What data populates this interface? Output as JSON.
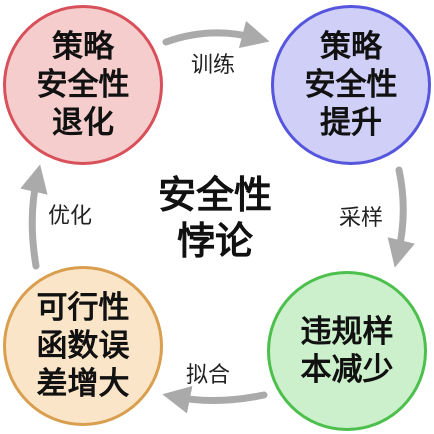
{
  "colors": {
    "node_top_left_fill": "#f5cdcd",
    "node_top_left_border": "#d8505a",
    "node_top_right_fill": "#cfcff8",
    "node_top_right_border": "#5555dd",
    "node_bottom_right_fill": "#ccf0cc",
    "node_bottom_right_border": "#4cbf4c",
    "node_bottom_left_fill": "#fbe5c8",
    "node_bottom_left_border": "#d99e4e",
    "arrow": "#aaaaaa"
  },
  "nodes": {
    "top_left": {
      "lines": [
        "策略",
        "安全性",
        "退化"
      ]
    },
    "top_right": {
      "lines": [
        "策略",
        "安全性",
        "提升"
      ]
    },
    "bottom_right": {
      "lines": [
        "违规样",
        "本减少"
      ]
    },
    "bottom_left": {
      "lines": [
        "可行性",
        "函数误",
        "差增大"
      ]
    }
  },
  "edges": {
    "train": "训练",
    "sample": "采样",
    "fit": "拟合",
    "optimize": "优化"
  },
  "center": {
    "lines": [
      "安全性",
      "悖论"
    ]
  }
}
